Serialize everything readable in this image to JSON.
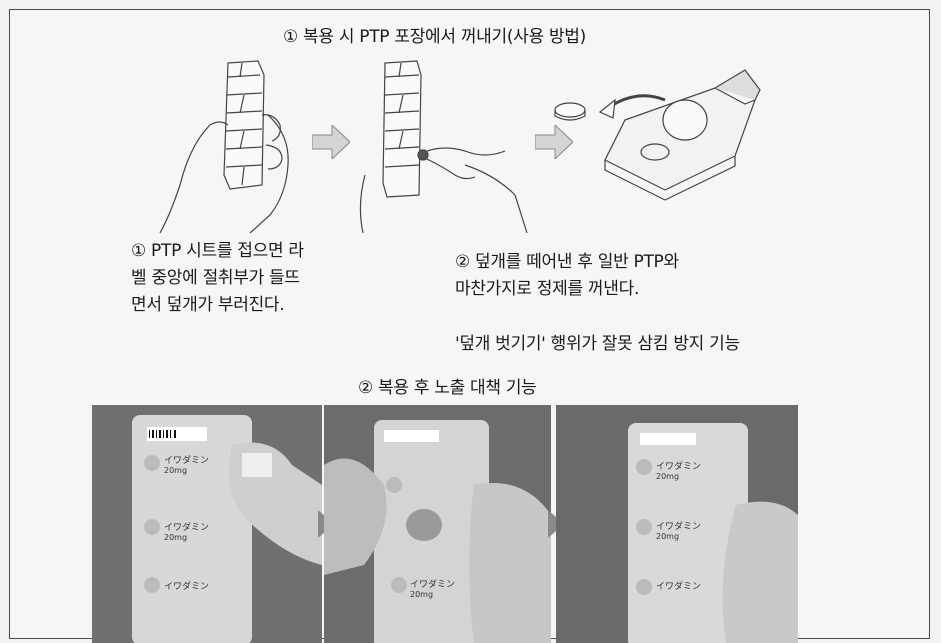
{
  "section1": {
    "title": "① 복용 시 PTP 포장에서 꺼내기(사용 방법)",
    "caption1": "① PTP 시트를 접으면 라벨 중앙에 절취부가 들뜨면서 덮개가 부러진다.",
    "caption1_lines": [
      "① PTP 시트를 접으면 라",
      "벨 중앙에 절취부가 들뜨",
      "면서 덮개가 부러진다."
    ],
    "caption2_lines": [
      "② 덮개를 떼어낸 후 일반 PTP와",
      "마찬가지로 정제를 꺼낸다."
    ],
    "caption3": "'덮개 벗기기' 행위가 잘못 삼킴 방지 기능"
  },
  "section2": {
    "title": "② 복용 후 노출 대책 기능",
    "photo_labels": [
      "イワダミン",
      "20mg"
    ]
  },
  "colors": {
    "frame": "#4a4a4a",
    "arrow": "#cfcfcf",
    "photo_bg": "#6f6f6f"
  }
}
